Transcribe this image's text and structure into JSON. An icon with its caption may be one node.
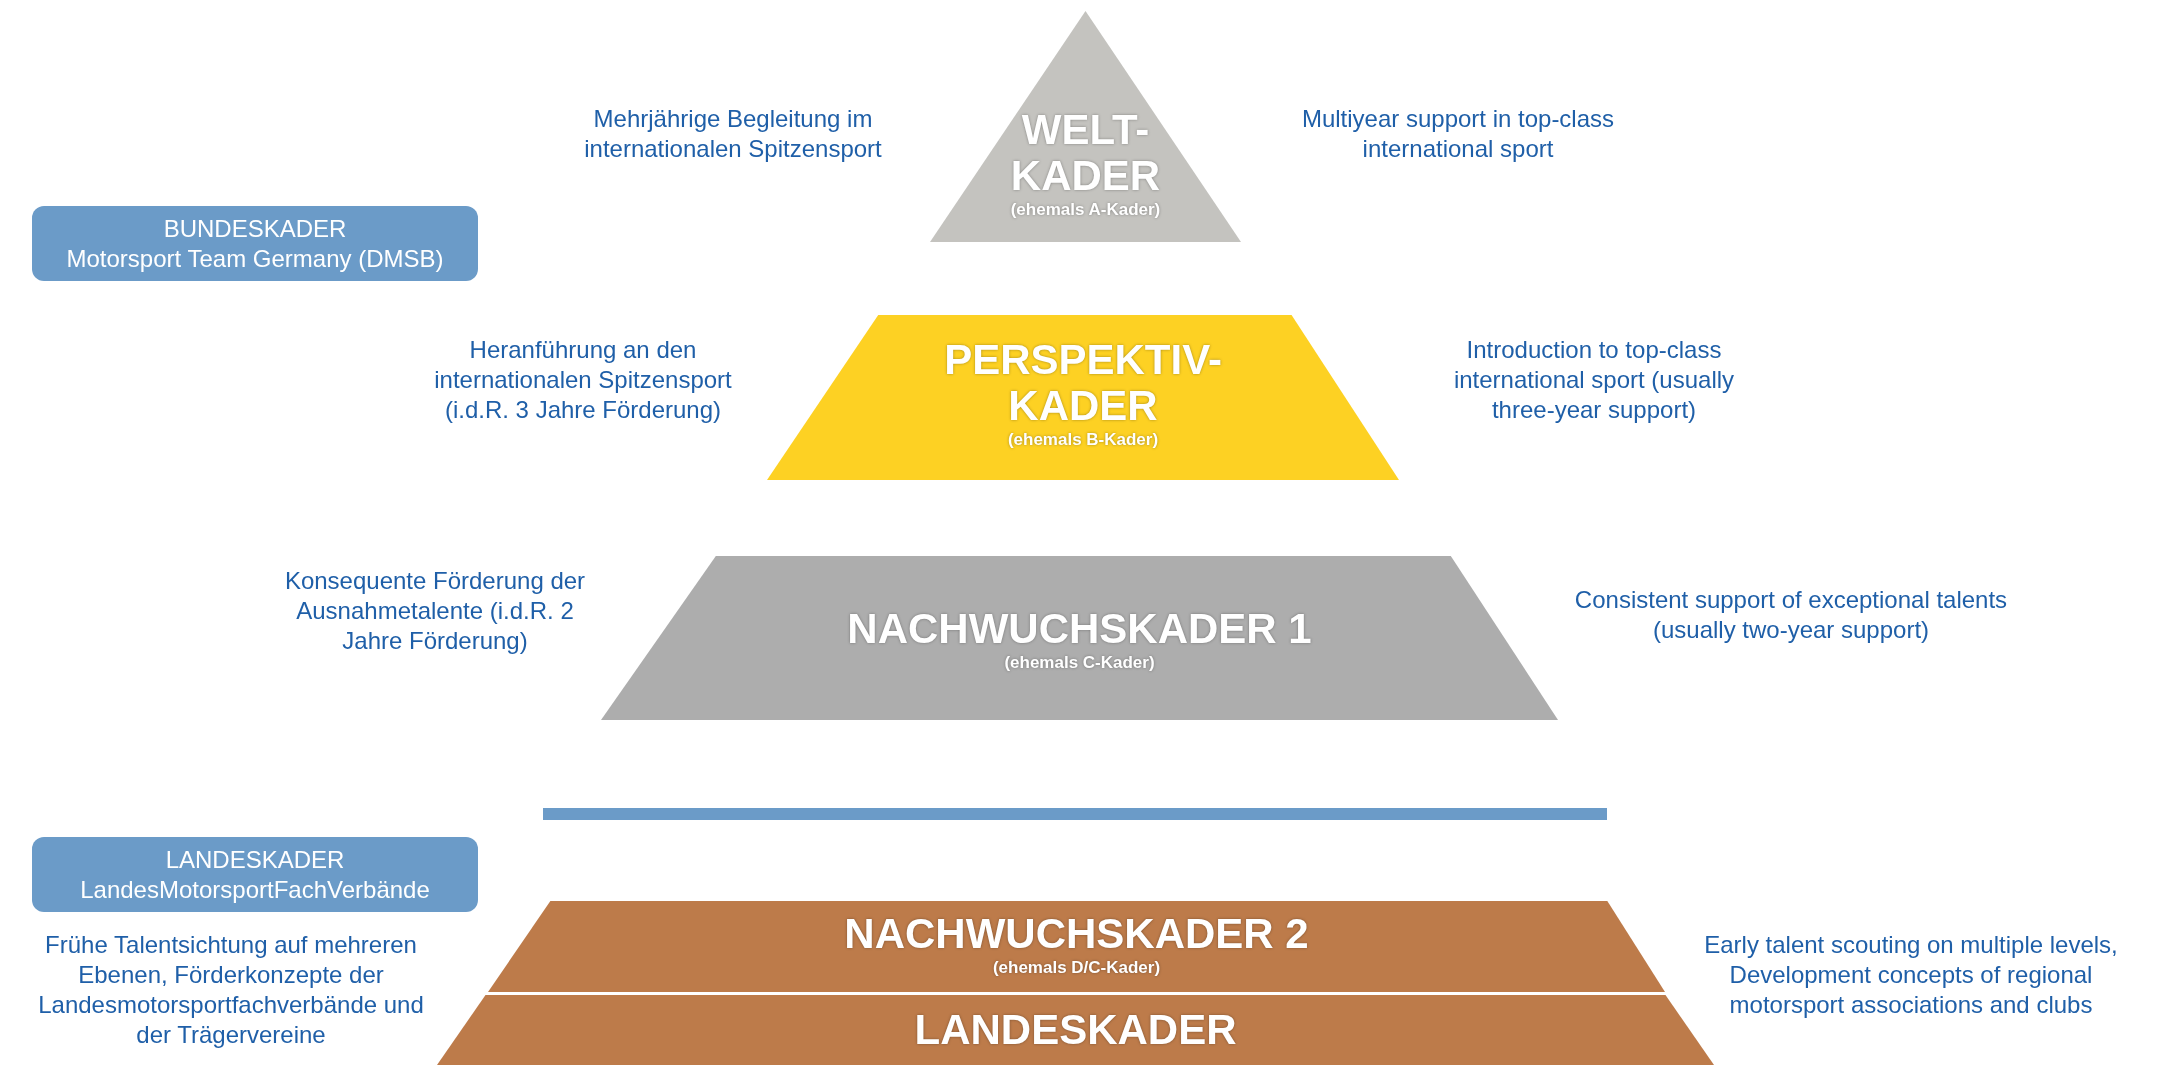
{
  "diagram": {
    "nodes": [
      {
        "text": [
          "WELT- KADER",
          "(ehemals A-Kader)"
        ],
        "beside": [
          "Mehrjährige Begleitung im internationalen Spitzensport",
          "Multiyear support in top-class international sport"
        ]
      },
      {
        "text": [
          "BUNDESKADER",
          "Motorsport Team Germany (DMSB)"
        ]
      },
      {
        "text": [
          "PERSPEKTIV- KADER",
          "(ehemals B-Kader)"
        ],
        "beside": [
          "Heranführung an den internationalen Spitzensport (i.d.R. 3 Jahre Förderung)",
          "Introduction to top-class international sport (usually three-year support)"
        ]
      },
      {
        "text": [
          "NACHWUCHSKADER 1",
          "(ehemals C-Kader)"
        ],
        "beside": [
          "Konsequente Förderung der Ausnahmetalente (i.d.R. 2 Jahre Förderung)",
          "Consistent support of exceptional talents (usually two-year support)"
        ]
      },
      {
        "text": [
          "LANDESKADER",
          "LandesMotorsportFachVerbände"
        ]
      },
      {
        "text": [
          "NACHWUCHSKADER 2",
          "(ehemals D/C-Kader)"
        ]
      },
      {
        "text": [
          "LANDESKADER"
        ]
      }
    ],
    "labels": [
      "Frühe Talentsichtung auf mehreren Ebenen, Förderkonzepte der Landesmotorsportfachverbände und der Trägervereine",
      "Early talent scouting on multiple levels, Development concepts of regional motorsport associations and clubs"
    ]
  }
}
